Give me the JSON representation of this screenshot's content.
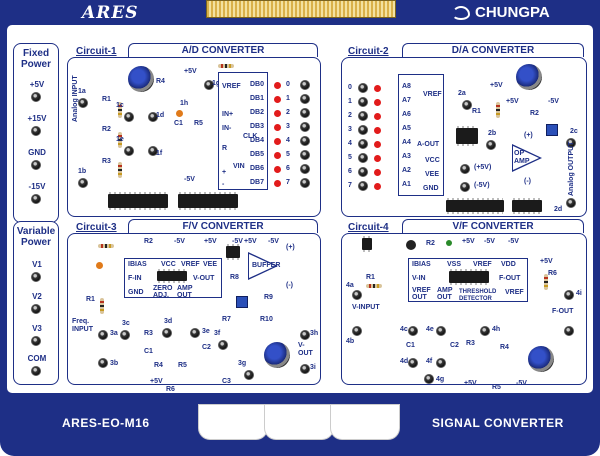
{
  "header": {
    "brand_left": "ARES",
    "brand_right": "CHUNGPA"
  },
  "fixed_power": {
    "title_line1": "Fixed",
    "title_line2": "Power",
    "labels": [
      "+5V",
      "+15V",
      "GND",
      "-15V"
    ]
  },
  "variable_power": {
    "title_line1": "Variable",
    "title_line2": "Power",
    "labels": [
      "V1",
      "V2",
      "V3",
      "COM"
    ]
  },
  "circuit1": {
    "name": "Circuit-1",
    "title": "A/D  CONVERTER",
    "input_label": "Analog INPUT",
    "nodes": [
      "1a",
      "1b",
      "1c",
      "1d",
      "1e",
      "1f",
      "1g",
      "1h"
    ],
    "resistors": [
      "R1",
      "R2",
      "R3",
      "R4",
      "R5"
    ],
    "cap": "C1",
    "supply": [
      "+5V",
      "-5V"
    ],
    "ic_pins": [
      "VREF",
      "IN+",
      "IN-",
      "CLK",
      "R",
      "VIN",
      "+",
      "-"
    ],
    "outputs": [
      "DB0",
      "DB1",
      "DB2",
      "DB3",
      "DB4",
      "DB5",
      "DB6",
      "DB7"
    ],
    "bits": [
      "0",
      "1",
      "2",
      "3",
      "4",
      "5",
      "6",
      "7"
    ]
  },
  "circuit2": {
    "name": "Circuit-2",
    "title": "D/A  CONVERTER",
    "bits": [
      "0",
      "1",
      "2",
      "3",
      "4",
      "5",
      "6",
      "7"
    ],
    "inputs": [
      "A8",
      "A7",
      "A6",
      "A5",
      "A4",
      "A3",
      "A2",
      "A1"
    ],
    "pins": [
      "VREF",
      "A-OUT",
      "VCC",
      "VEE",
      "GND"
    ],
    "supply": [
      "+5V",
      "+5V",
      "-5V",
      "(+5V)",
      "(-5V)",
      "(+)",
      "(-)"
    ],
    "resistors": [
      "R1",
      "R2"
    ],
    "nodes": [
      "2a",
      "2b",
      "2c",
      "2d"
    ],
    "opamp": "OP AMP",
    "output_label": "Analog OUTPUT"
  },
  "circuit3": {
    "name": "Circuit-3",
    "title": "F/V  CONVERTER",
    "resistors": [
      "R1",
      "R2",
      "R3",
      "R4",
      "R5",
      "R6",
      "R7",
      "R8",
      "R9",
      "R10"
    ],
    "caps": [
      "C1",
      "C2",
      "C3"
    ],
    "nodes": [
      "3a",
      "3b",
      "3c",
      "3d",
      "3e",
      "3f",
      "3g",
      "3h",
      "3i"
    ],
    "ic_pins": [
      "IBIAS",
      "VCC",
      "VREF",
      "VEE",
      "F-IN",
      "V-OUT",
      "GND",
      "ZERO ADJ.",
      "AMP OUT"
    ],
    "buffer": "BUFFER",
    "supply": [
      "-5V",
      "+5V",
      "-5V",
      "+5V",
      "-5V",
      "+5V",
      "(+)",
      "(-)"
    ],
    "input_label": "Freq. INPUT",
    "output_label": "V-OUT"
  },
  "circuit4": {
    "name": "Circuit-4",
    "title": "V/F  CONVERTER",
    "resistors": [
      "R1",
      "R2",
      "R3",
      "R4",
      "R5",
      "R6"
    ],
    "caps": [
      "C1",
      "C2"
    ],
    "nodes": [
      "4a",
      "4b",
      "4c",
      "4d",
      "4e",
      "4f",
      "4g",
      "4h",
      "4i"
    ],
    "ic_pins": [
      "IBIAS",
      "V-IN",
      "VSS",
      "VREF",
      "VDD",
      "F-OUT",
      "VREF OUT",
      "AMP OUT",
      "THRESHOLD DETECTOR"
    ],
    "supply": [
      "+5V",
      "-5V",
      "-5V",
      "+5V",
      "+5V",
      "-5V"
    ],
    "input_label": "V-INPUT",
    "output_label": "F-OUT"
  },
  "footer": {
    "model": "ARES-EO-M16",
    "product": "SIGNAL CONVERTER"
  }
}
